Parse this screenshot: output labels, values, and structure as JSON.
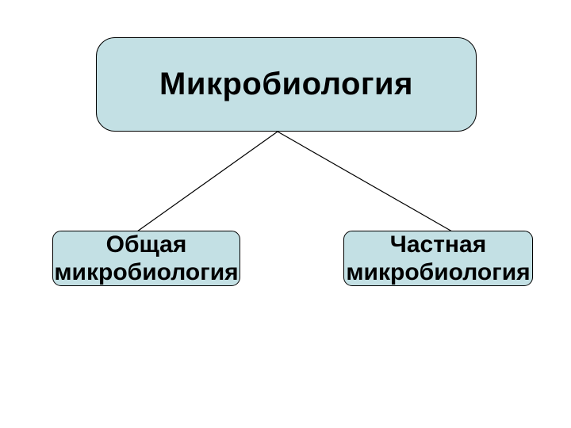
{
  "diagram": {
    "type": "hierarchy",
    "root": {
      "label": "Микробиология"
    },
    "children": [
      {
        "label": "Общая\nмикробиология"
      },
      {
        "label": "Частная\nмикробиология"
      }
    ],
    "colors": {
      "background": "#ffffff",
      "box_fill": "#c3e0e4",
      "box_border": "#000000",
      "connector": "#000000",
      "text": "#000000"
    }
  }
}
